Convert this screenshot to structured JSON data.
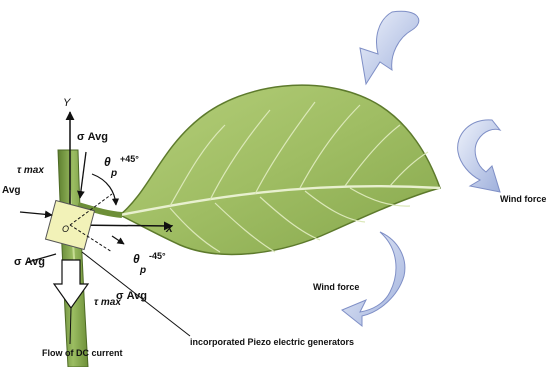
{
  "axes": {
    "y": "Y",
    "x": "X",
    "origin": "O"
  },
  "stress": {
    "sigma_avg_top": "σ Avg",
    "tau_max_left": "τ max",
    "avg_left_cut": "Avg",
    "sigma_avg_left_lower": "σ Avg",
    "sigma_avg_bottom": "σ Avg",
    "tau_max_bottom": "τ max",
    "theta_symbol": "θ",
    "theta_sub": "p",
    "theta_plus": "+45°",
    "theta_minus": "-45°"
  },
  "annotations": {
    "wind_force_right": "Wind force",
    "wind_force_lower": "Wind force",
    "piezo": "incorporated Piezo electric generators",
    "dc_flow": "Flow of DC current"
  },
  "colors": {
    "leaf_fill": "#9fbd63",
    "leaf_dark": "#6f8f3a",
    "stem": "#7fa24a",
    "element_fill": "#f2f2b8",
    "arrow_blue": "#c9d4ef",
    "arrow_blue_dark": "#7f8fc6"
  },
  "icons": {
    "wind_arrow": "curved-arrow-icon",
    "leaf": "leaf-illustration",
    "stem": "stem-illustration"
  }
}
